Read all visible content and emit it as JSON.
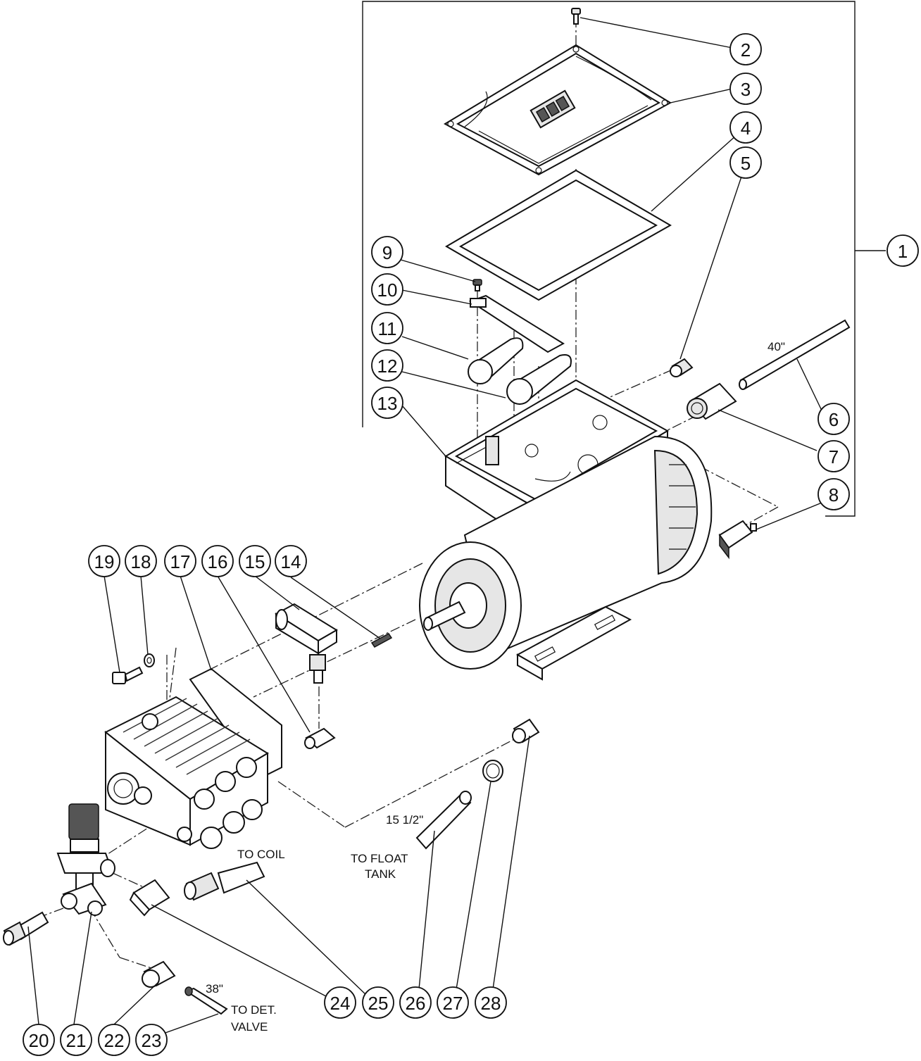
{
  "balloons": [
    "1",
    "2",
    "3",
    "4",
    "5",
    "6",
    "7",
    "8",
    "9",
    "10",
    "11",
    "12",
    "13",
    "14",
    "15",
    "16",
    "17",
    "18",
    "19",
    "20",
    "21",
    "22",
    "23",
    "24",
    "25",
    "26",
    "27",
    "28"
  ],
  "notes": {
    "length_40": "40\"",
    "length_15_5": "15 1/2\"",
    "length_38": "38\"",
    "to_coil": "TO COIL",
    "to_float_tank_1": "TO FLOAT",
    "to_float_tank_2": "TANK",
    "to_det_valve_1": "TO DET.",
    "to_det_valve_2": "VALVE"
  }
}
